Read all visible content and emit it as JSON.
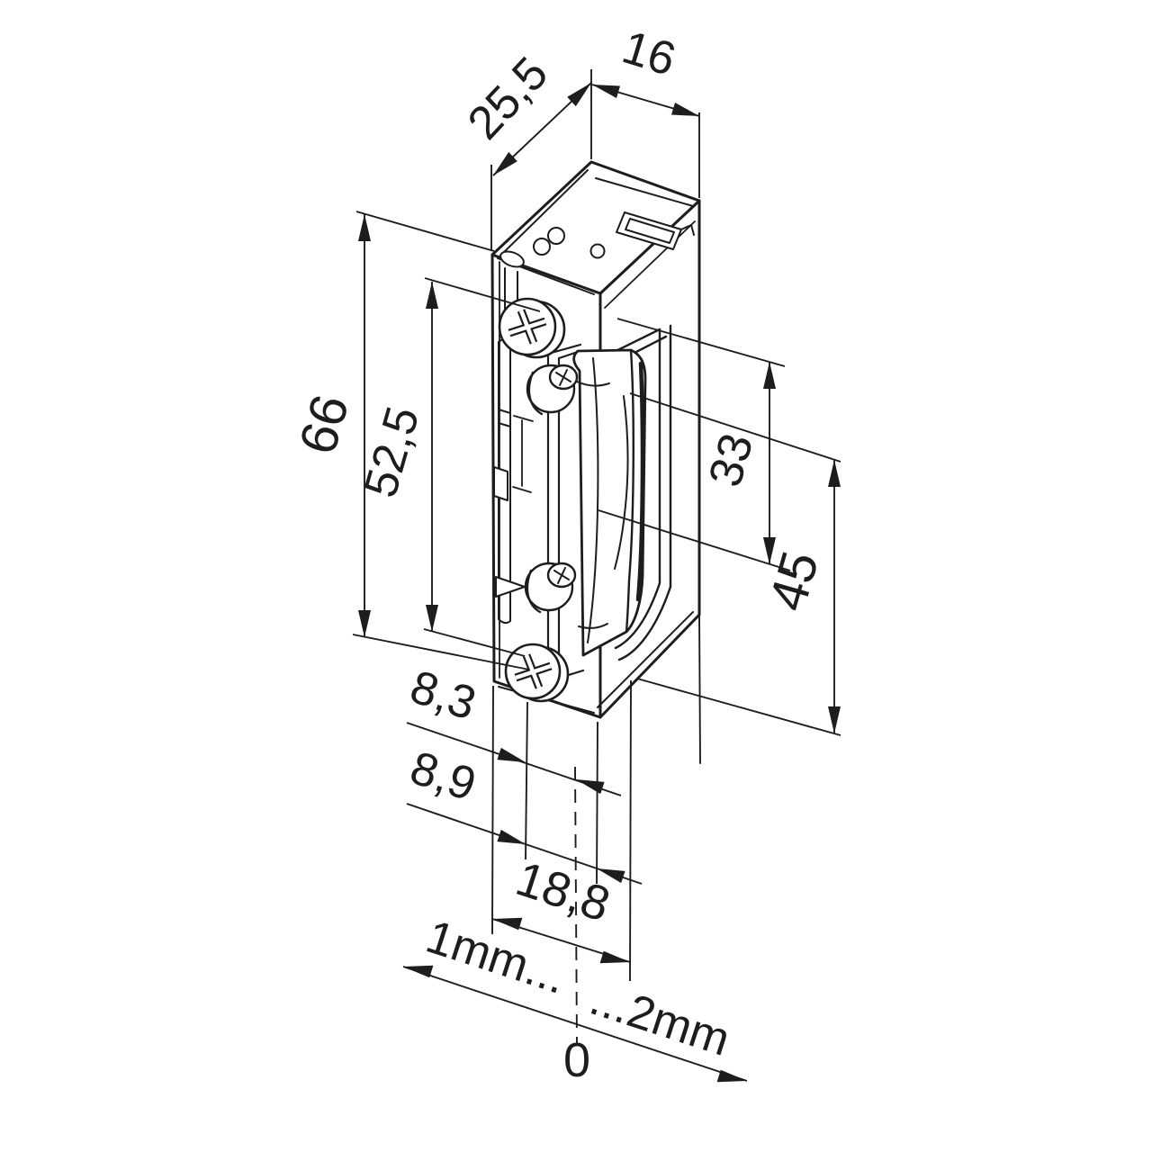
{
  "drawing": {
    "type": "technical-dimension-drawing",
    "subject": "electric door strike with faceplate, latch keeper and fixing screws (dimetric projection)",
    "units": "mm",
    "colors": {
      "line": "#1d1d1b",
      "background": "#ffffff"
    },
    "dimensions": {
      "depth": "25,5",
      "width": "16",
      "faceplate_height": "66",
      "screw_spacing": "52,5",
      "keeper_opening": "33",
      "keeper_height": "45",
      "offset_small": "8,3",
      "offset_large": "8,9",
      "overall_width": "18,8",
      "adjust_min": "1mm...",
      "adjust_max": "...2mm",
      "adjust_zero": "0"
    }
  }
}
